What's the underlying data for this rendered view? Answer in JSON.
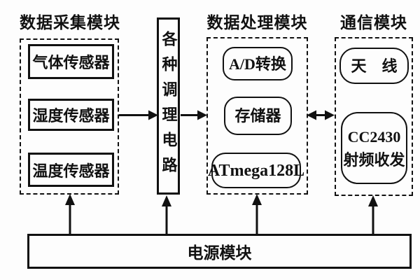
{
  "diagram": {
    "daq": {
      "label": "数据采集模块",
      "sensors": [
        "气体传感器",
        "湿度传感器",
        "温度传感器"
      ]
    },
    "conditioning": {
      "label": "各种调理电路"
    },
    "dsp": {
      "label": "数据处理模块",
      "blocks": [
        "A/D转换",
        "存储器",
        "ATmega128L"
      ]
    },
    "comm": {
      "label": "通信模块",
      "antenna": "天　线",
      "rf_line1": "CC2430",
      "rf_line2": "射频收发"
    },
    "power": {
      "label": "电源模块"
    },
    "colors": {
      "line": "#111111",
      "background": "#fdfdfd"
    }
  }
}
